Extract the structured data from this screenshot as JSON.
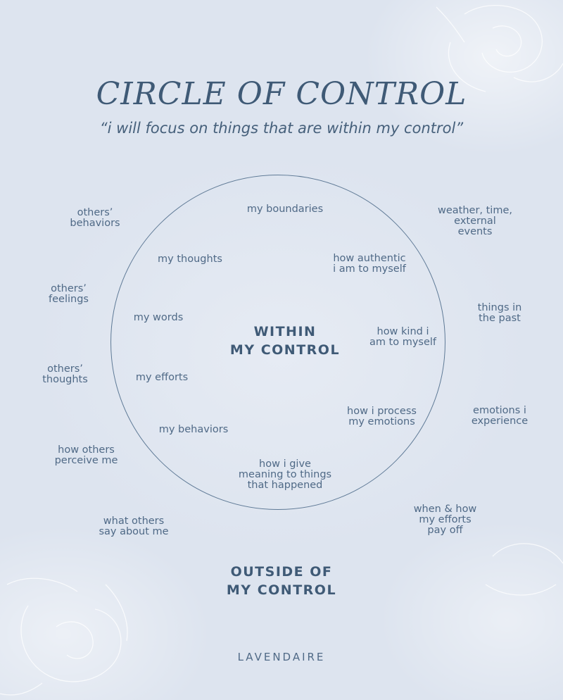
{
  "title": "CIRCLE OF CONTROL",
  "subtitle": "“i will focus on things that are within my control”",
  "inside_heading": "WITHIN\nMY CONTROL",
  "outside_heading": "OUTSIDE OF\nMY CONTROL",
  "brand": "LAVENDAIRE",
  "inside_items": [
    "my boundaries",
    "my thoughts",
    "how authentic\ni am to myself",
    "my words",
    "how kind i\nam to myself",
    "my efforts",
    "how i process\nmy emotions",
    "my behaviors",
    "how i give\nmeaning to things\nthat happened"
  ],
  "outside_items": [
    "others’\nbehaviors",
    "weather, time,\nexternal\nevents",
    "others’\nfeelings",
    "things in\nthe past",
    "others’\nthoughts",
    "emotions i\nexperience",
    "how others\nperceive me",
    "what others\nsay about me",
    "when & how\nmy efforts\npay off"
  ],
  "colors": {
    "background": "#dde4ef",
    "heading": "#3f5a76",
    "text": "#4f6986",
    "circle_stroke": "#5f7a96"
  }
}
